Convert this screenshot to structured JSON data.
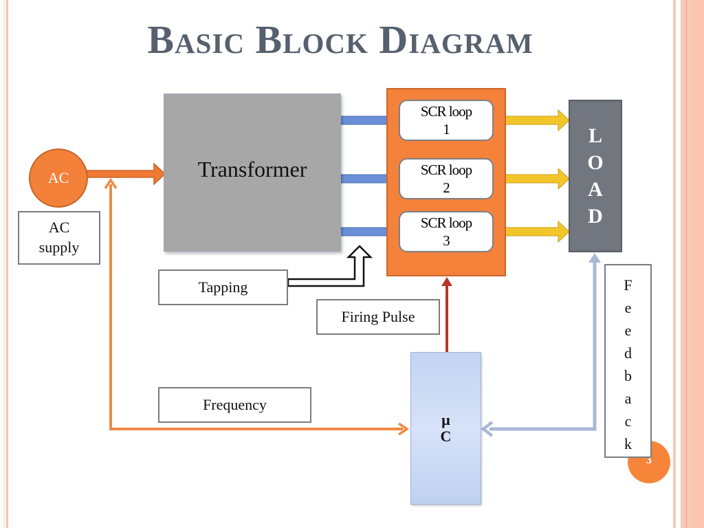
{
  "slide": {
    "title": "Basic Block Diagram",
    "page_number": "3"
  },
  "blocks": {
    "ac_source": "AC",
    "ac_supply_label": [
      "AC",
      "supply"
    ],
    "transformer": "Transformer",
    "scr_loops": [
      {
        "line1": "SCR loop",
        "line2": "1"
      },
      {
        "line1": "SCR loop",
        "line2": "2"
      },
      {
        "line1": "SCR loop",
        "line2": "3"
      }
    ],
    "load_letters": [
      "L",
      "O",
      "A",
      "D"
    ],
    "microcontroller": [
      "µ",
      "C"
    ],
    "feedback_letters": [
      "F",
      "e",
      "e",
      "d",
      "b",
      "a",
      "c",
      "k"
    ]
  },
  "labels": {
    "tapping": "Tapping",
    "firing_pulse": "Firing Pulse",
    "frequency": "Frequency"
  },
  "colors": {
    "title": "#56606e",
    "ac_orange": "#f4813a",
    "scr_container": "#f5823a",
    "transformer_gray": "#a7a7a7",
    "load_gray": "#72767f",
    "mc_blue": "#c3d3f2",
    "blue_arrow": "#6b8fd6",
    "yellow_arrow": "#f2c52a",
    "firing_red": "#b8352a",
    "feedback_blue": "#a9b8d6",
    "frequency_orange": "#f08a45"
  }
}
